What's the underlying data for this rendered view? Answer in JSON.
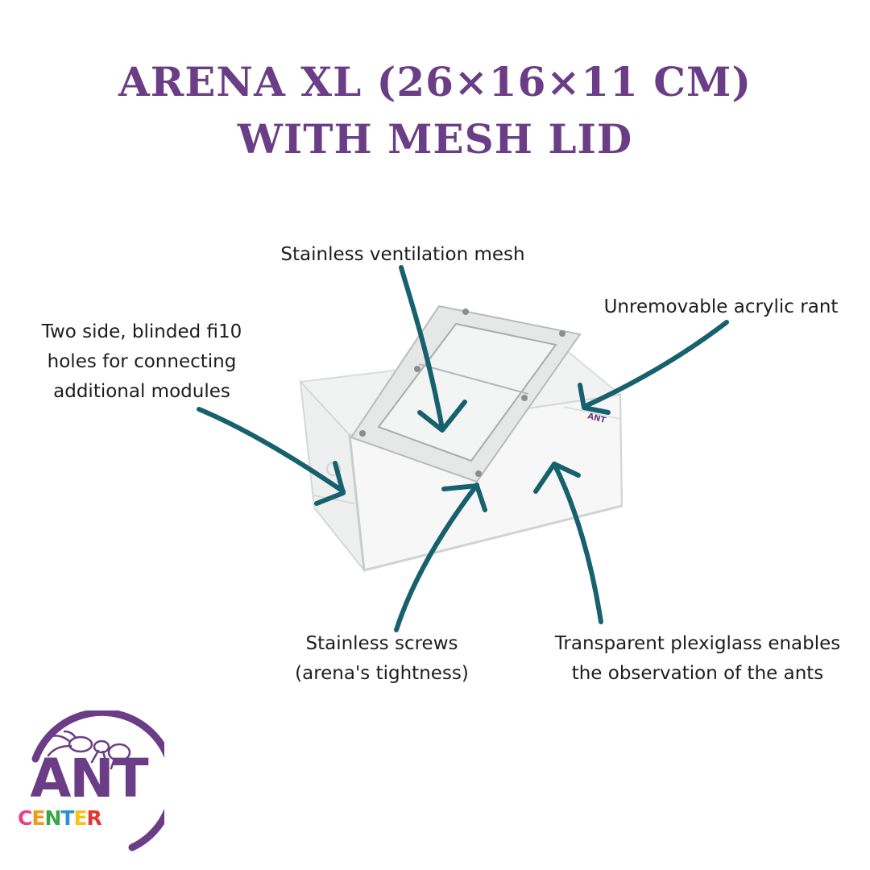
{
  "title": {
    "line1": "ARENA XL (26×16×11 CM)",
    "line2": "WITH MESH LID"
  },
  "callouts": {
    "mesh": {
      "lines": [
        "Stainless ventilation mesh"
      ]
    },
    "rant": {
      "lines": [
        "Unremovable acrylic rant"
      ]
    },
    "holes": {
      "lines": [
        "Two side, blinded fi10",
        "holes for connecting",
        "additional modules"
      ]
    },
    "screws": {
      "lines": [
        "Stainless screws",
        "(arena's tightness)"
      ]
    },
    "plexi": {
      "lines": [
        "Transparent plexiglass enables",
        "the observation of the ants"
      ]
    }
  },
  "product_label": "ANT",
  "logo": {
    "word1": "ANT",
    "word2_letters": [
      {
        "ch": "C",
        "color": "#e83e8c"
      },
      {
        "ch": "E",
        "color": "#f39a1e"
      },
      {
        "ch": "N",
        "color": "#3aa64b"
      },
      {
        "ch": "T",
        "color": "#2a8fd6"
      },
      {
        "ch": "E",
        "color": "#f2c31a"
      },
      {
        "ch": "R",
        "color": "#e8342f"
      }
    ]
  },
  "colors": {
    "title": "#6b3d86",
    "arrow": "#17616e",
    "text": "#1d1d1d",
    "logo_ring": "#6b3d86"
  }
}
